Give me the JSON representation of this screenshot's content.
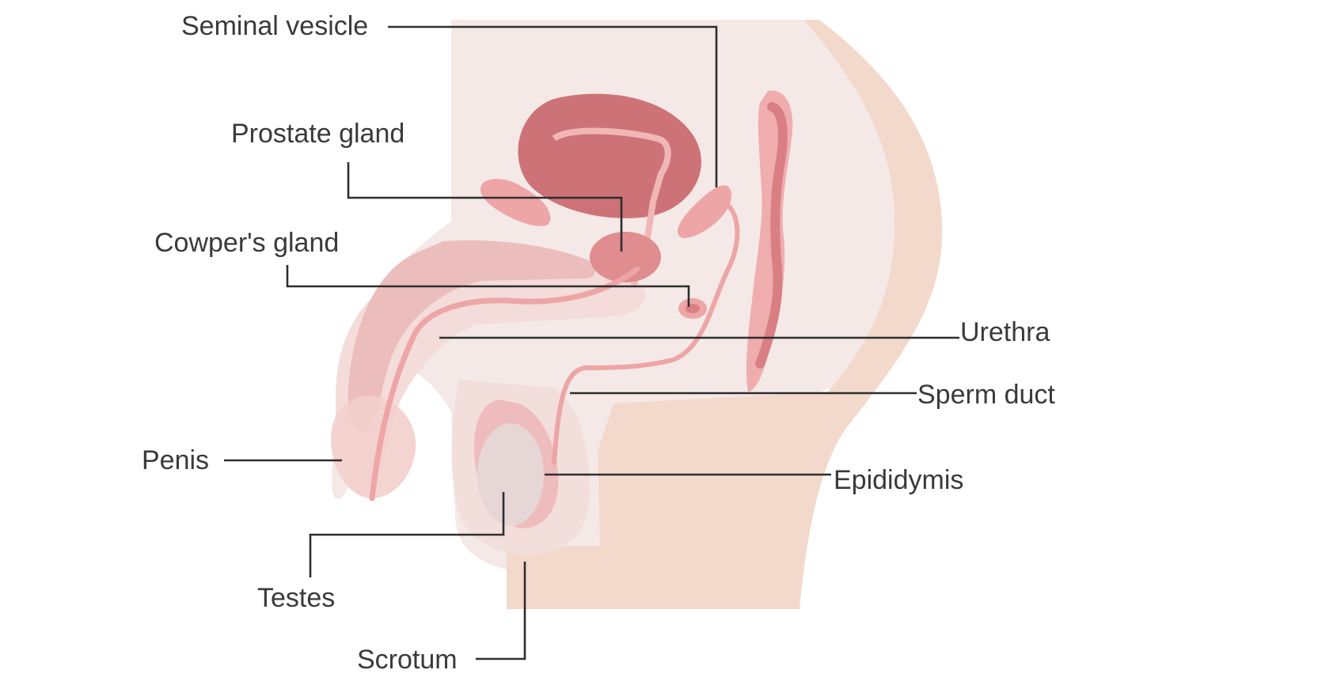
{
  "labels": {
    "seminal_vesicle": "Seminal vesicle",
    "prostate_gland": "Prostate gland",
    "cowpers_gland": "Cowper's gland",
    "urethra": "Urethra",
    "sperm_duct": "Sperm duct",
    "penis": "Penis",
    "epididymis": "Epididymis",
    "testes": "Testes",
    "scrotum": "Scrotum"
  },
  "colors": {
    "background": "#ffffff",
    "body_light": "#f4e9e7",
    "skin": "#f3d9cc",
    "tissue_pale": "#f3dcd9",
    "tissue_mid": "#ecbdbd",
    "tissue_pink": "#eda5a6",
    "bladder": "#cd7377",
    "testis": "#e6d6d6",
    "leader_line": "#2e2e2e",
    "label_text": "#3a3a3a"
  }
}
